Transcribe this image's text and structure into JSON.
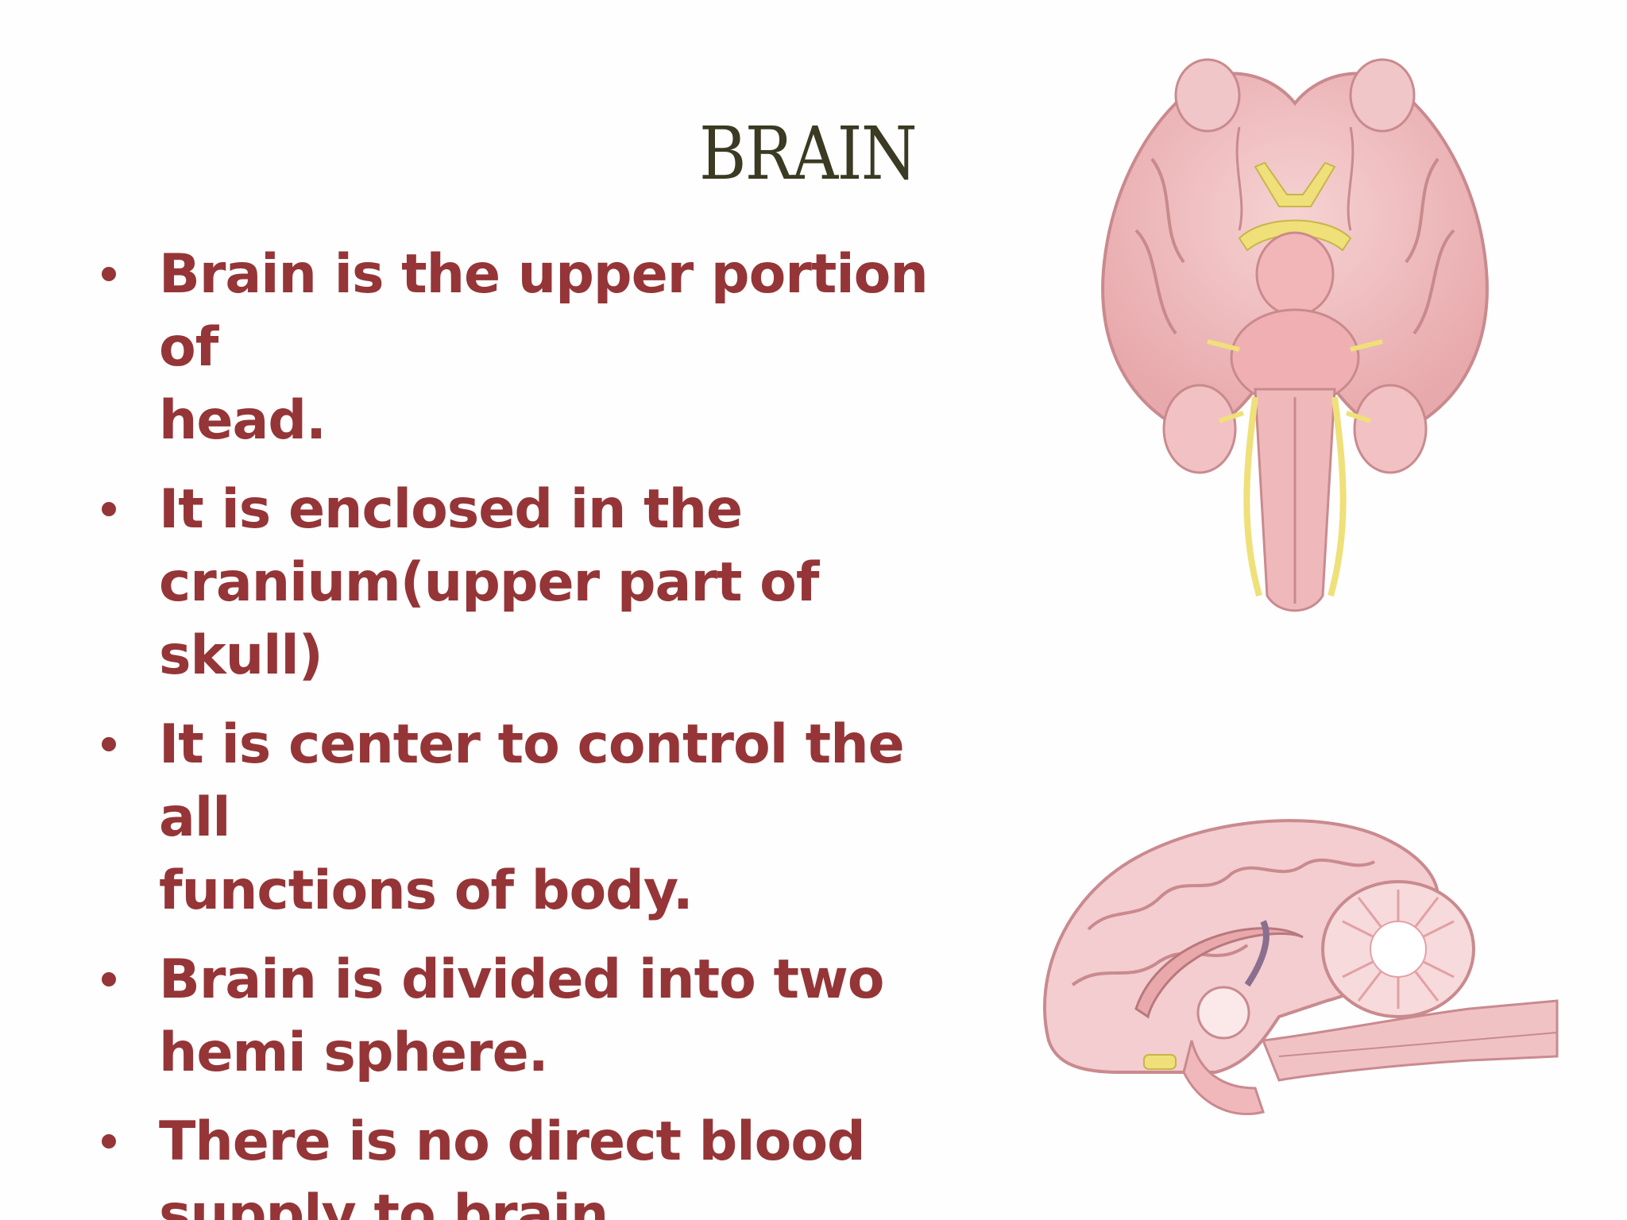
{
  "slide": {
    "title": "BRAIN",
    "bullets": [
      {
        "line1": "Brain is the upper portion of",
        "line2": "head."
      },
      {
        "line1": "It is enclosed in the",
        "line2": "cranium(upper part of skull)"
      },
      {
        "line1": "It is center to control the all",
        "line2": "functions of body."
      },
      {
        "line1": "Brain is divided into two",
        "line2": "hemi sphere."
      },
      {
        "line1": "There is no direct blood",
        "line2": "supply to brain"
      }
    ]
  },
  "colors": {
    "title": "#3b3a22",
    "bullet_text": "#953537",
    "brain_fill": "#f2c1c3",
    "brain_outline": "#c98a8e",
    "nerve_yellow": "#efe07a"
  },
  "figures": {
    "top": {
      "icon": "brain-ventral-view-illustration"
    },
    "bottom": {
      "icon": "brain-sagittal-section-illustration"
    }
  }
}
